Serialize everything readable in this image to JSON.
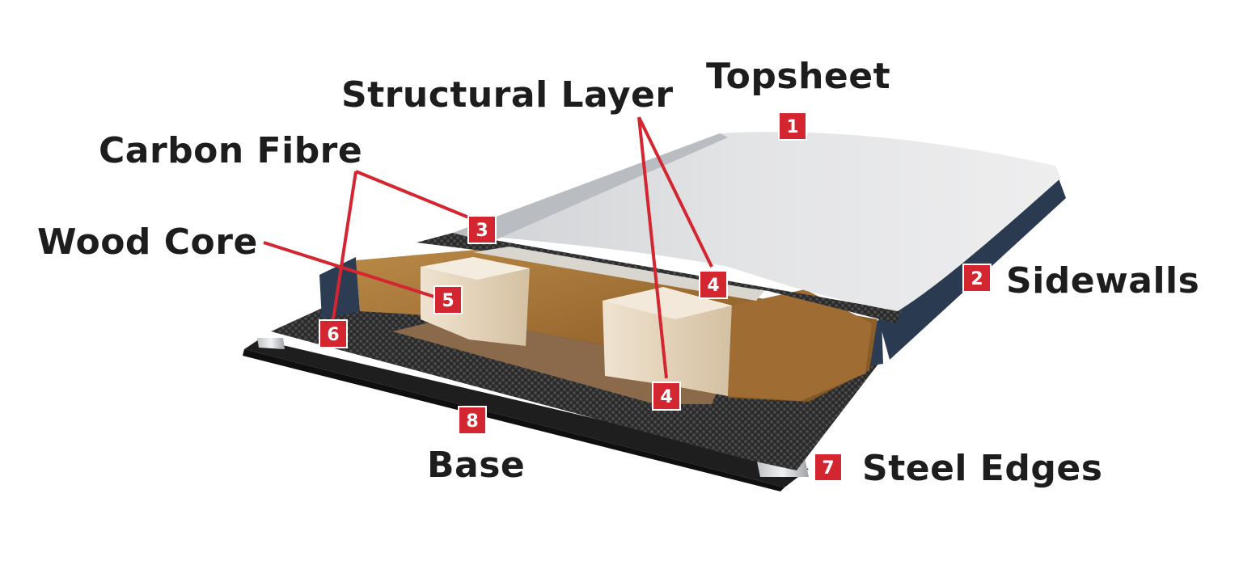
{
  "labels": {
    "topsheet": "Topsheet",
    "structural_layer": "Structural Layer",
    "carbon_fibre": "Carbon Fibre",
    "wood_core": "Wood Core",
    "sidewalls": "Sidewalls",
    "base": "Base",
    "steel_edges": "Steel Edges"
  },
  "badges": {
    "topsheet": "1",
    "sidewalls": "2",
    "carbon_fibre": "3",
    "structural_top": "4",
    "structural_bottom": "4",
    "wood_core": "5",
    "carbon_side": "6",
    "steel_edges": "7",
    "base": "8"
  },
  "colors": {
    "callout_red": "#d32630",
    "label_text": "#1d1d1d"
  }
}
